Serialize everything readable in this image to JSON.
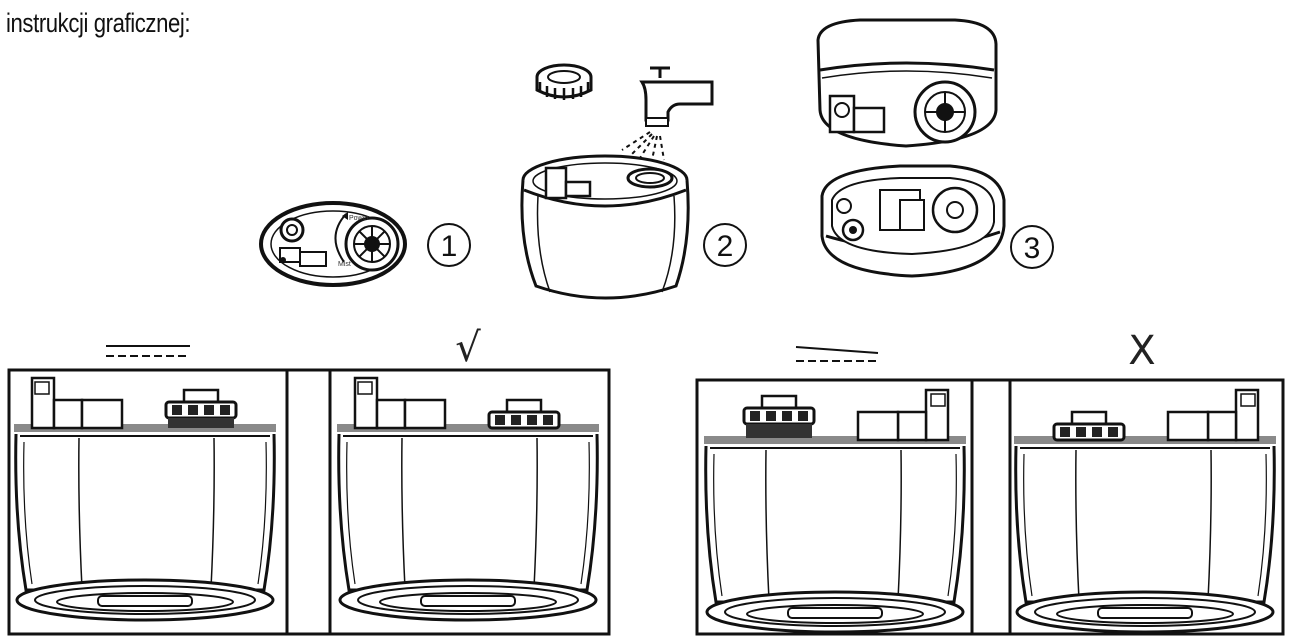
{
  "caption": {
    "cut_line": "",
    "line": "instrukcji graficznej:"
  },
  "steps": [
    {
      "number": "1"
    },
    {
      "number": "2"
    },
    {
      "number": "3"
    }
  ],
  "knob_labels": {
    "top": "Power",
    "bottom": "Mist"
  },
  "comparison": {
    "correct_mark": "√",
    "wrong_mark": "X"
  }
}
